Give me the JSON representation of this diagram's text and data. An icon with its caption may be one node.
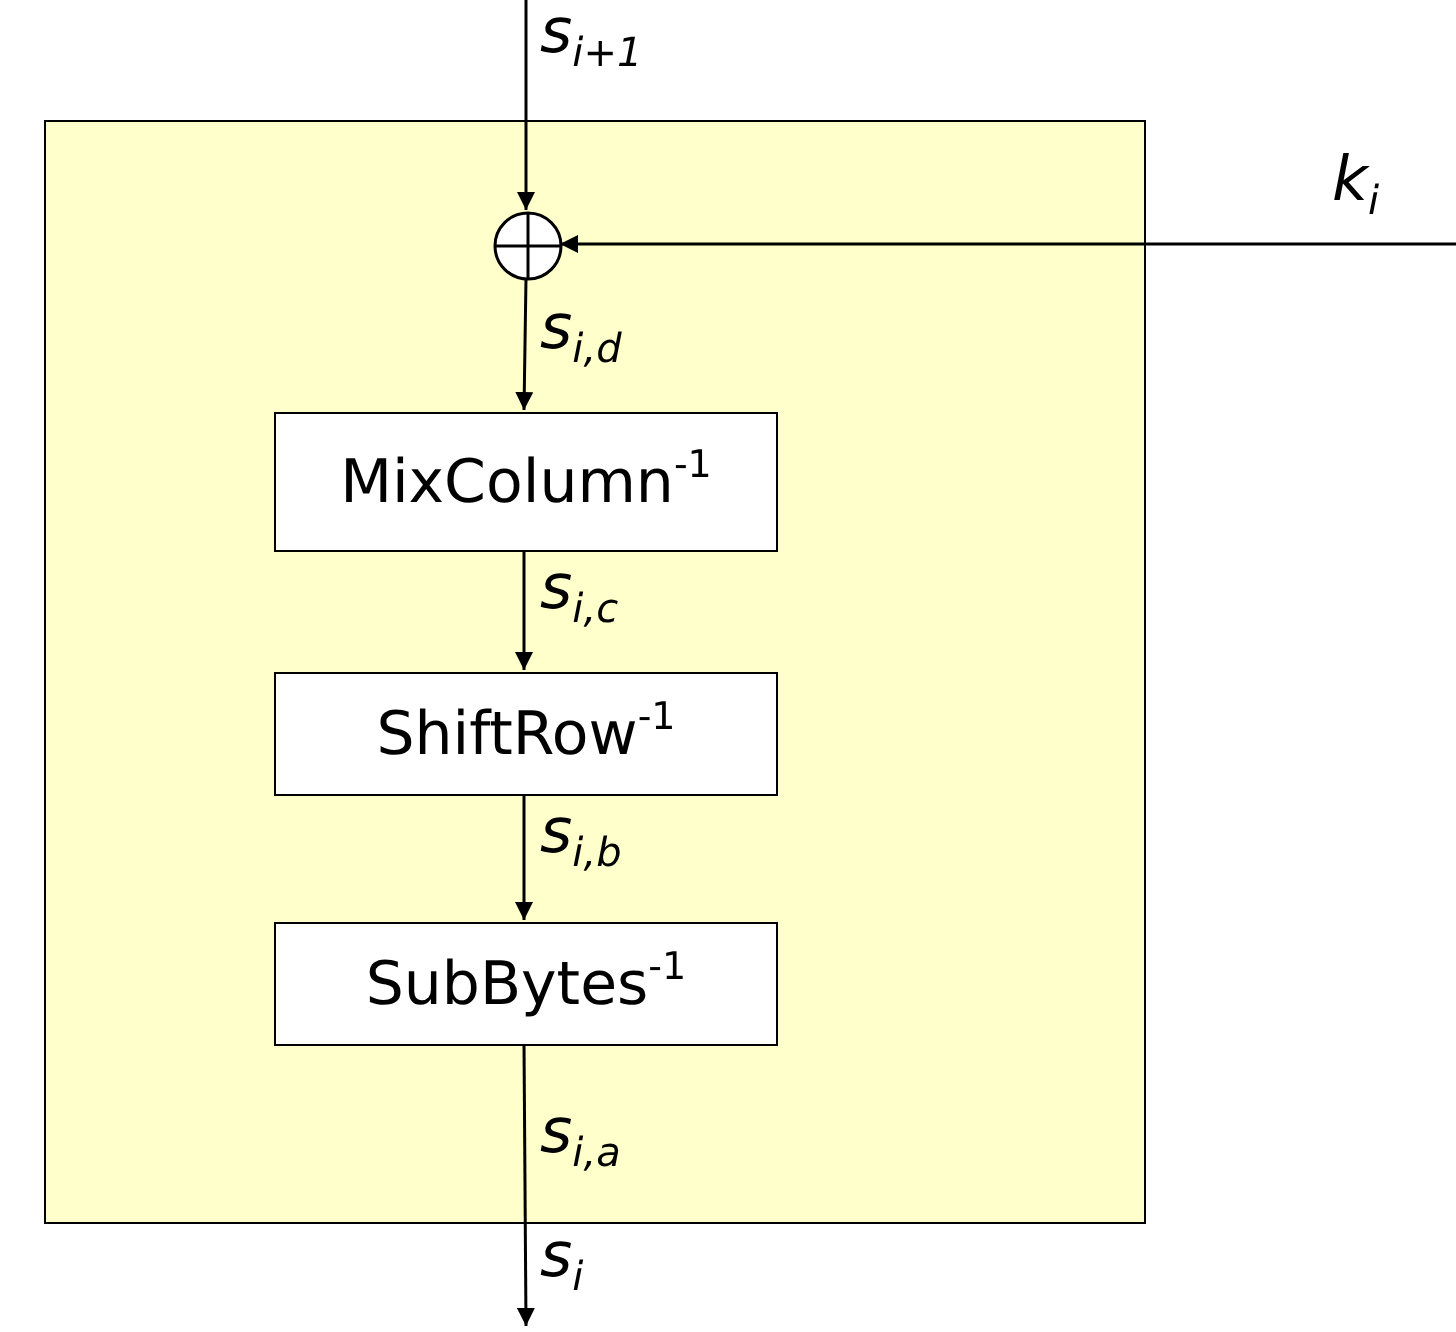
{
  "diagram": {
    "nodes": [
      {
        "text": [],
        "shape": "box"
      },
      {
        "text": [],
        "shape": "circle",
        "in": 0
      },
      {
        "text": [
          "MixColumn$^{-1}$"
        ],
        "in": 0
      },
      {
        "text": [
          "ShiftRow$^{-1}$"
        ],
        "in": 0
      },
      {
        "text": [
          "SubBytes$^{-1}$"
        ],
        "in": 0
      }
    ],
    "edges": [
      {
        "from": null,
        "to": 1,
        "arrow": "to",
        "label": "s$_{i+1}$"
      },
      {
        "from": null,
        "to": 1,
        "arrow": "to",
        "label": "k$_{i}$"
      },
      {
        "from": 1,
        "to": 2,
        "arrow": "to",
        "label": "s$_{i,d}$"
      },
      {
        "from": 2,
        "to": 3,
        "arrow": "to",
        "label": "s$_{i,c}$"
      },
      {
        "from": 3,
        "to": 4,
        "arrow": "to",
        "label": "s$_{i,b}$"
      },
      {
        "from": 4,
        "to": null,
        "arrow": "to",
        "label": "s$_{i,a}$"
      }
    ],
    "labels": [
      "s$_{i}$"
    ]
  }
}
